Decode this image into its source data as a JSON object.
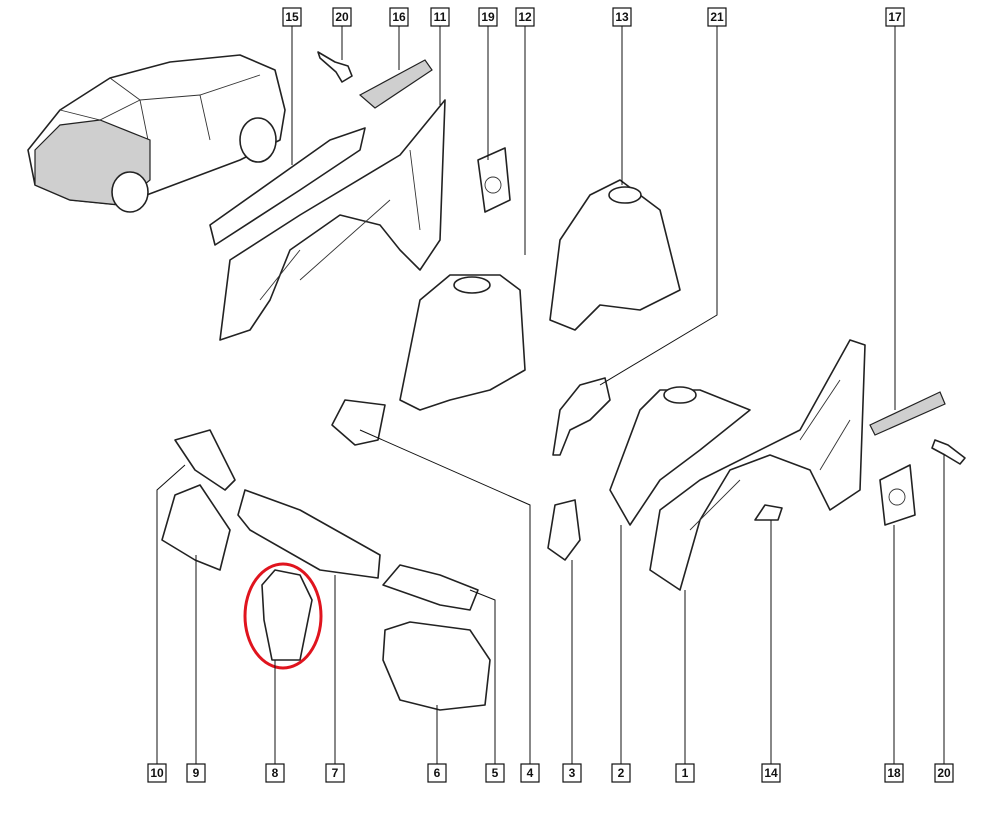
{
  "diagram": {
    "type": "exploded parts diagram",
    "highlight_color": "#e0141e",
    "highlighted_callout": "8",
    "callouts_top": [
      "15",
      "20",
      "16",
      "11",
      "19",
      "12",
      "13",
      "21",
      "17"
    ],
    "callouts_bottom": [
      "10",
      "9",
      "8",
      "7",
      "6",
      "5",
      "4",
      "3",
      "2",
      "1",
      "14",
      "18",
      "20"
    ]
  }
}
